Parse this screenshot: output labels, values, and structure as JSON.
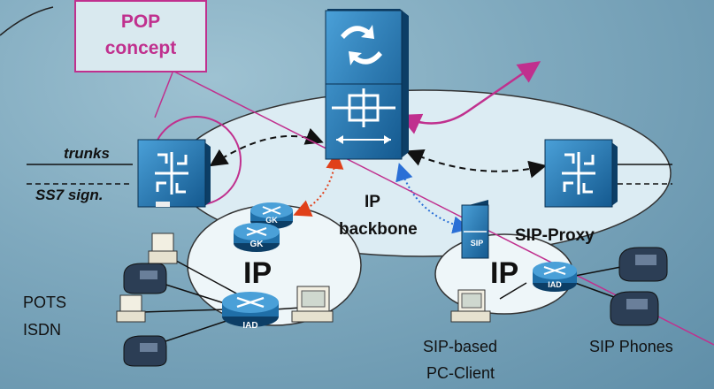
{
  "pop_box": {
    "line1": "POP",
    "line2": "concept"
  },
  "labels": {
    "trunks": "trunks",
    "ss7": "SS7 sign.",
    "ip_backbone_1": "IP",
    "ip_backbone_2": "backbone",
    "ip_left": "IP",
    "ip_right": "IP",
    "sip_proxy": "SIP-Proxy",
    "pots": "POTS",
    "isdn": "ISDN",
    "sip_client_1": "SIP-based",
    "sip_client_2": "PC-Client",
    "sip_phones": "SIP Phones"
  },
  "device_tags": {
    "gk": "GK",
    "iad": "IAD",
    "sip": "SIP"
  },
  "colors": {
    "accent": "#c0308e",
    "device_blue": "#1f6fa8",
    "cloud": "#dcecf3",
    "red_link": "#e0401a",
    "blue_link": "#2a6fd6"
  }
}
